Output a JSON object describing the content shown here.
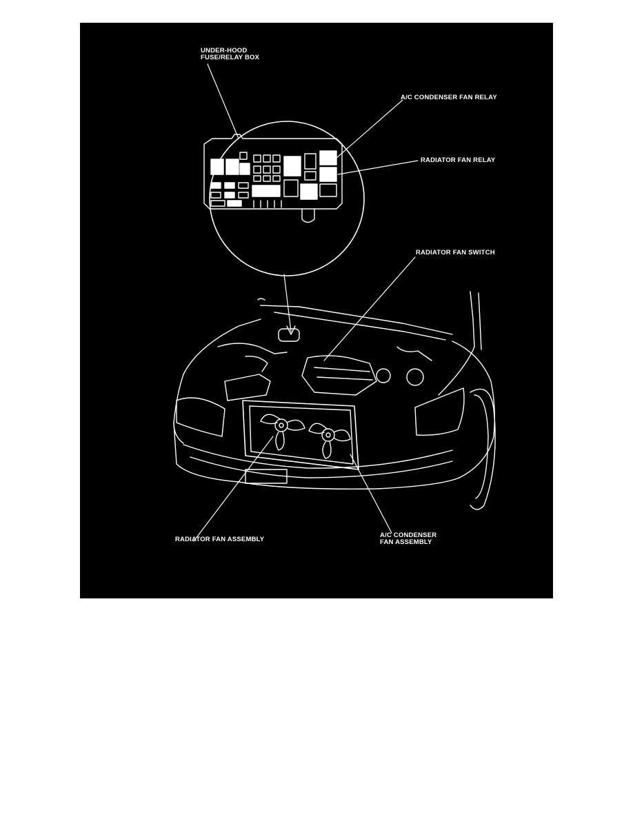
{
  "diagram": {
    "background": "#000000",
    "line_color": "#ffffff",
    "labels": {
      "fuse_box": [
        "UNDER-HOOD",
        "FUSE/RELAY BOX"
      ],
      "ac_fan_relay": "A/C CONDENSER FAN RELAY",
      "radiator_fan_relay": "RADIATOR FAN RELAY",
      "radiator_fan_switch": "RADIATOR FAN SWITCH",
      "radiator_fan_assembly": "RADIATOR FAN ASSEMBLY",
      "ac_fan_assembly": [
        "A/C CONDENSER",
        "FAN ASSEMBLY"
      ]
    }
  }
}
